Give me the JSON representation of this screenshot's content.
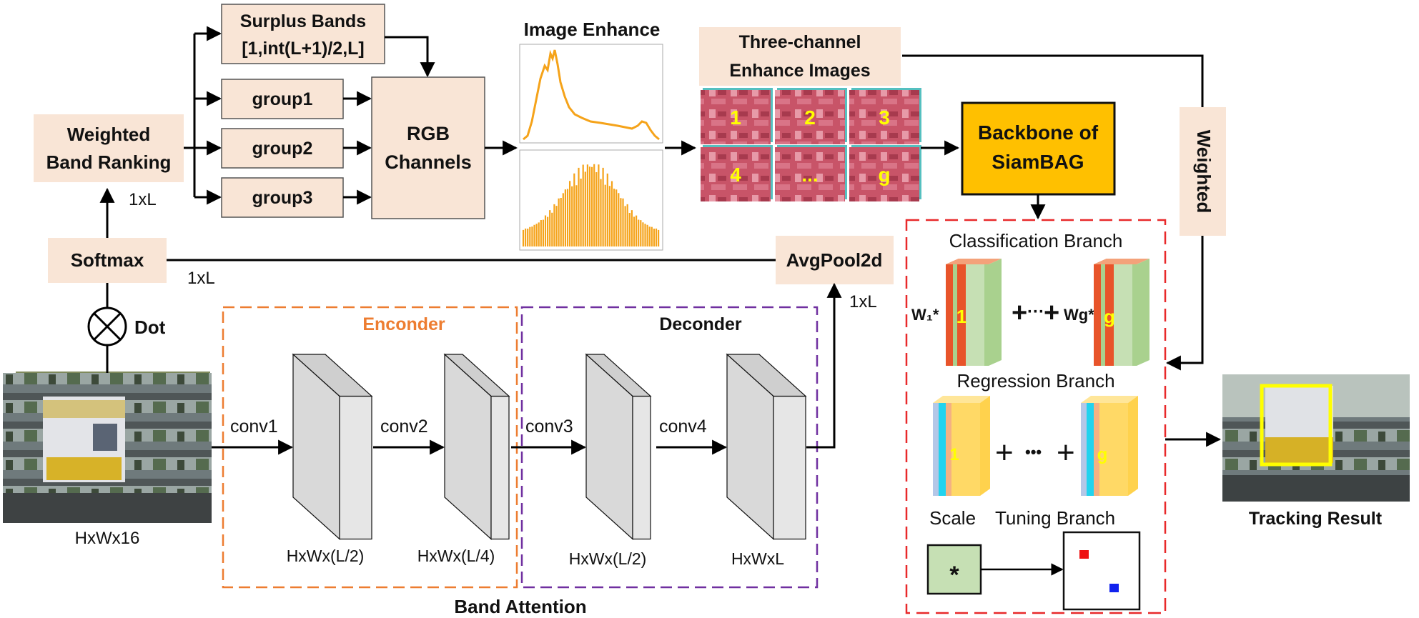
{
  "input": {
    "dims": "HxWx16"
  },
  "softmax": {
    "label": "Softmax",
    "out_size": "1xL",
    "in_size": "1xL"
  },
  "dot": {
    "label": "Dot"
  },
  "ranking": {
    "label_line1": "Weighted",
    "label_line2": "Band Ranking"
  },
  "surplus": {
    "line1": "Surplus Bands",
    "line2": "[1,int(L+1)/2,L]"
  },
  "groups": [
    "group1",
    "group2",
    "group3"
  ],
  "rgb": {
    "line1": "RGB",
    "line2": "Channels"
  },
  "enhance": {
    "title": "Image Enhance"
  },
  "three_channel": {
    "line1": "Three-channel",
    "line2": "Enhance Images",
    "tiles": [
      "1",
      "2",
      "3",
      "4",
      "...",
      "g"
    ]
  },
  "backbone": {
    "line1": "Backbone of",
    "line2": "SiamBAG"
  },
  "weighted_label": "Weighted",
  "avgpool": {
    "label": "AvgPool2d",
    "size": "1xL"
  },
  "encoder": {
    "title": "Enconder",
    "convs": [
      "conv1",
      "conv2"
    ],
    "dims": [
      "HxWx(L/2)",
      "HxWx(L/4)"
    ]
  },
  "decoder": {
    "title": "Deconder",
    "convs": [
      "conv3",
      "conv4"
    ],
    "dims": [
      "HxWx(L/2)",
      "HxWxL"
    ]
  },
  "band_attention": "Band Attention",
  "classification": {
    "title": "Classification Branch",
    "w1": "W₁*",
    "wg": "Wg*",
    "idx1": "1",
    "idxg": "g",
    "plus": "+",
    "dots": "···"
  },
  "regression": {
    "title": "Regression Branch",
    "idx1": "1",
    "idxg": "g",
    "plus": "+",
    "dots": "•••"
  },
  "scale": {
    "title_a": "Scale",
    "title_b": "Tuning Branch",
    "conv_symbol": "*"
  },
  "tracking": {
    "label": "Tracking Result"
  },
  "colors": {
    "box": "#f9e5d6",
    "backbone": "#ffc000",
    "encoder": "#ed7d31",
    "decoder": "#7030a0",
    "red": "#e8292a",
    "hist": "#f5a31a",
    "yellow": "#ffff00"
  }
}
